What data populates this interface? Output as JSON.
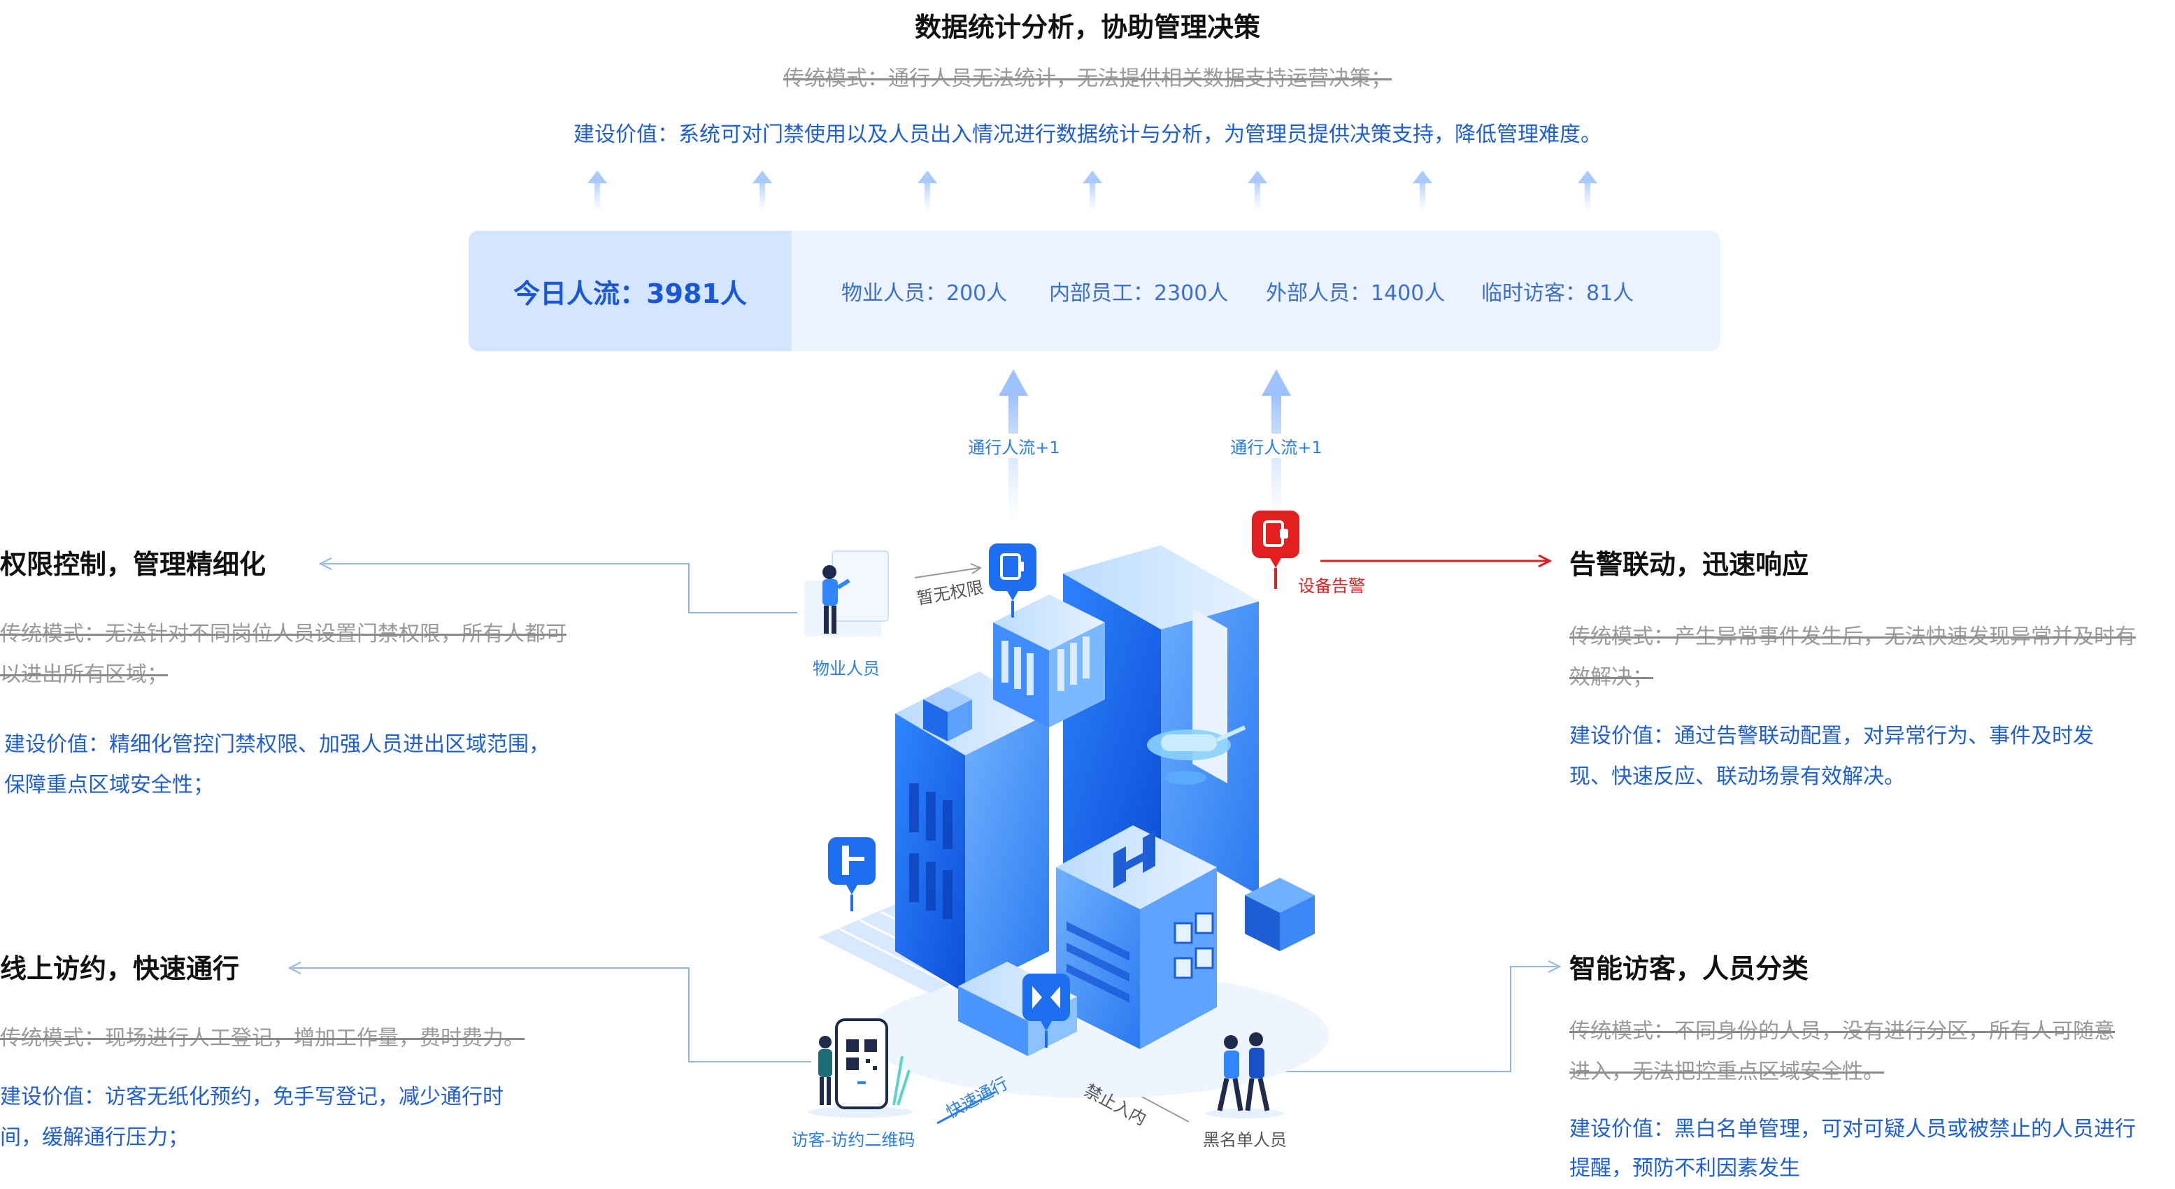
{
  "top": {
    "title": "数据统计分析，协助管理决策",
    "traditional": "传统模式：通行人员无法统计，无法提供相关数据支持运营决策；",
    "value": "建设价值：系统可对门禁使用以及人员出入情况进行数据统计与分析，为管理员提供决策支持，降低管理难度。"
  },
  "stats": {
    "today": "今日人流：3981人",
    "items": [
      "物业人员：200人",
      "内部员工：2300人",
      "外部人员：1400人",
      "临时访客：81人"
    ]
  },
  "flow_label_1": "通行人流+1",
  "flow_label_2": "通行人流+1",
  "left_top": {
    "title": "权限控制，管理精细化",
    "traditional_1": "传统模式：无法针对不同岗位人员设置门禁权限，所有人都可",
    "traditional_2": "以进出所有区域；",
    "value_1": "建设价值：精细化管控门禁权限、加强人员进出区域范围，",
    "value_2": "保障重点区域安全性；"
  },
  "left_bottom": {
    "title": "线上访约，快速通行",
    "traditional": "传统模式：现场进行人工登记，增加工作量，费时费力。",
    "value_1": "建设价值：访客无纸化预约，免手写登记，减少通行时",
    "value_2": "间，缓解通行压力；"
  },
  "right_top": {
    "title": "告警联动，迅速响应",
    "traditional_1": "传统模式：产生异常事件发生后，无法快速发现异常并及时有",
    "traditional_2": "效解决；",
    "value_1": "建设价值：通过告警联动配置，对异常行为、事件及时发",
    "value_2": "现、快速反应、联动场景有效解决。"
  },
  "right_bottom": {
    "title": "智能访客，人员分类",
    "traditional_1": "传统模式：不同身份的人员，没有进行分区，所有人可随意",
    "traditional_2": "进入，无法把控重点区域安全性。",
    "value_1": "建设价值：黑白名单管理，可对可疑人员或被禁止的人员进行",
    "value_2": "提醒，预防不利因素发生"
  },
  "labels": {
    "property_staff": "物业人员",
    "no_permission": "暂无权限",
    "device_alarm": "设备告警",
    "visitor_qr": "访客-访约二维码",
    "fast_pass": "快速通行",
    "no_entry": "禁止入内",
    "blacklist": "黑名单人员"
  },
  "colors": {
    "accent": "#1e5fd6",
    "alarm": "#e02020",
    "panel": "#eaf3ff",
    "panel_today": "#d3e5ff"
  },
  "icons": [
    "up-arrow-icon",
    "door-access-icon",
    "alarm-icon",
    "turnstile-icon",
    "qr-code-icon",
    "person-icon"
  ]
}
